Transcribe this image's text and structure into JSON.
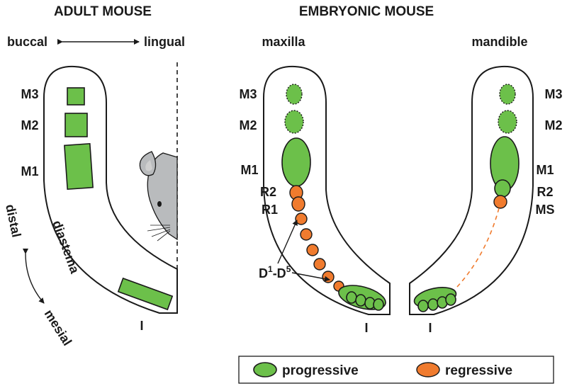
{
  "adult": {
    "title": "ADULT MOUSE",
    "buccal": "buccal",
    "lingual": "lingual",
    "m3": "M3",
    "m2": "M2",
    "m1": "M1",
    "diastema": "diastema",
    "incisor": "I",
    "distal": "distal",
    "mesial": "mesial"
  },
  "embryonic": {
    "title": "EMBRYONIC MOUSE",
    "maxilla": {
      "title": "maxilla",
      "m3": "M3",
      "m2": "M2",
      "m1": "M1",
      "r2": "R2",
      "r1": "R1",
      "d_base": "D",
      "d_sup1": "1",
      "d_dash": "-D",
      "d_sup2": "5",
      "incisor": "I"
    },
    "mandible": {
      "title": "mandible",
      "m3": "M3",
      "m2": "M2",
      "m1": "M1",
      "r2": "R2",
      "ms": "MS",
      "incisor": "I"
    }
  },
  "legend": {
    "progressive": "progressive",
    "regressive": "regressive"
  },
  "colors": {
    "progressive": "#6cc04a",
    "regressive": "#f07b2e",
    "mouse": "#b9bbbd"
  }
}
